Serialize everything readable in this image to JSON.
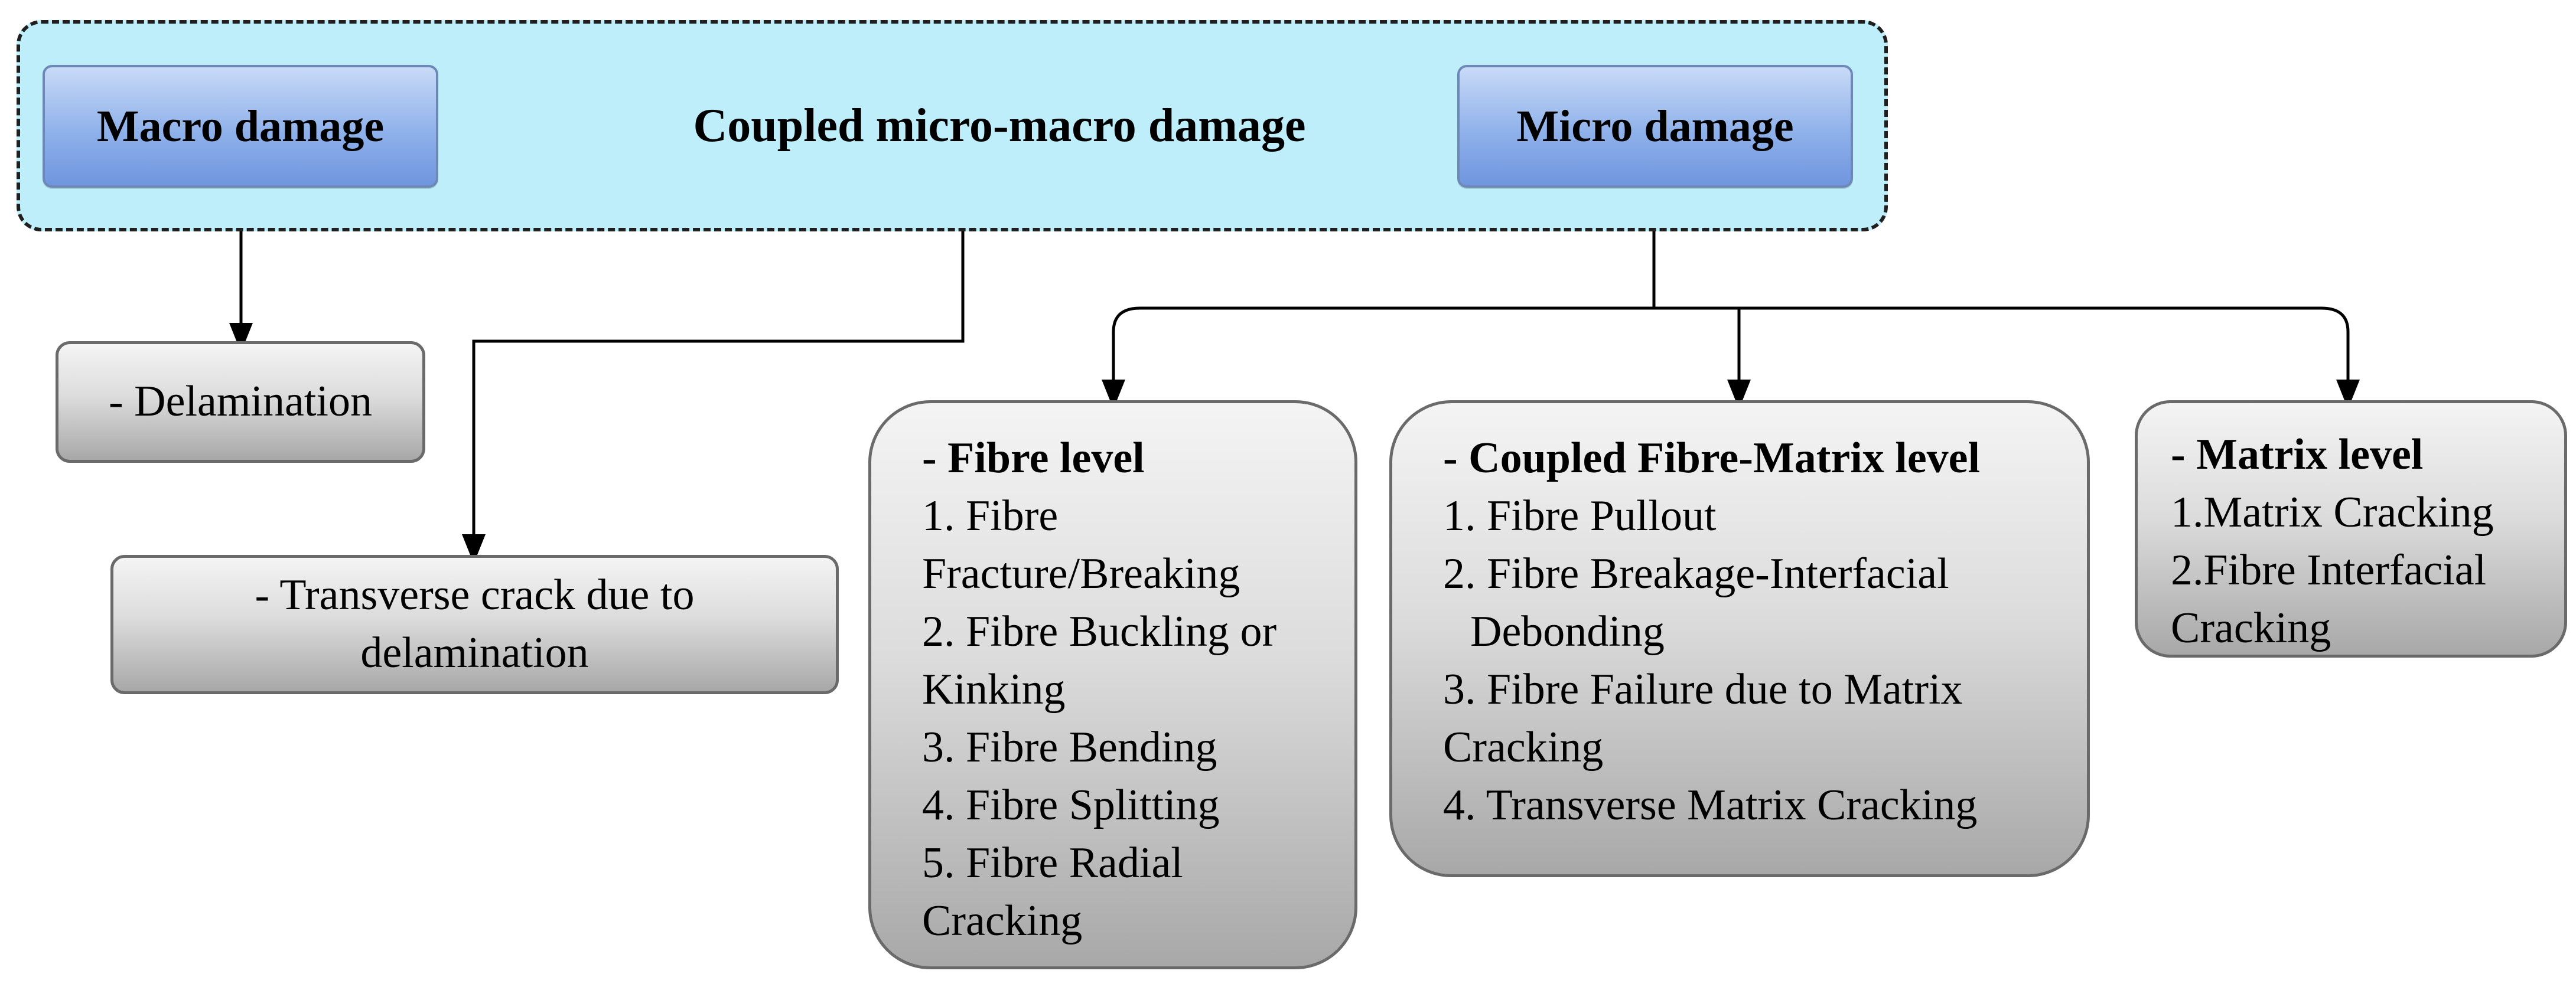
{
  "coupled": {
    "title": "Coupled micro-macro damage",
    "macro": "Macro damage",
    "micro": "Micro damage"
  },
  "macro_items": {
    "delamination": "- Delamination",
    "transverse_line1": "- Transverse crack due to",
    "transverse_line2": "delamination"
  },
  "fibre_level": {
    "heading": "- Fibre level",
    "lines": [
      "1. Fibre",
      "Fracture/Breaking",
      "2. Fibre Buckling or",
      "Kinking",
      "3. Fibre Bending",
      "4. Fibre Splitting",
      "5. Fibre Radial",
      "Cracking"
    ]
  },
  "coupled_fibre_matrix": {
    "heading": "- Coupled Fibre-Matrix level",
    "lines": [
      "1. Fibre Pullout",
      "2. Fibre Breakage-Interfacial",
      "Debonding",
      "3. Fibre Failure due to Matrix",
      "Cracking",
      "4. Transverse Matrix  Cracking"
    ]
  },
  "matrix_level": {
    "heading": "- Matrix level",
    "lines": [
      "1.Matrix Cracking",
      "2.Fibre Interfacial",
      "Cracking"
    ]
  },
  "colors": {
    "group_fill": "#bdeefa",
    "blue_box_top": "#c8daf7",
    "blue_box_bottom": "#6f95de",
    "gray_box_top": "#f4f4f4",
    "gray_box_bottom": "#a8a8a8",
    "line": "#000000"
  }
}
